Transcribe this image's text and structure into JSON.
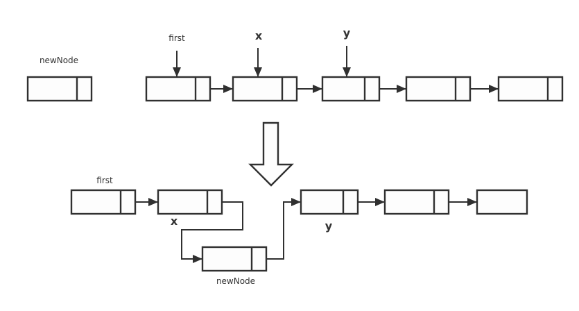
{
  "diagram": {
    "title": "Linked list insertion of newNode between x and y",
    "before": {
      "nodes": [
        {
          "id": "newNode",
          "has_pointer_cell": true
        },
        {
          "id": "n1",
          "has_pointer_cell": true
        },
        {
          "id": "n2",
          "has_pointer_cell": true
        },
        {
          "id": "n3",
          "has_pointer_cell": true
        },
        {
          "id": "n4",
          "has_pointer_cell": true
        },
        {
          "id": "n5",
          "has_pointer_cell": true
        }
      ],
      "labels": {
        "newNode": "newNode",
        "first": "first",
        "x": "x",
        "y": "y"
      },
      "links": [
        [
          "n1",
          "n2"
        ],
        [
          "n2",
          "n3"
        ],
        [
          "n3",
          "n4"
        ],
        [
          "n4",
          "n5"
        ]
      ]
    },
    "after": {
      "nodes": [
        {
          "id": "a1",
          "has_pointer_cell": true
        },
        {
          "id": "a2",
          "has_pointer_cell": true
        },
        {
          "id": "aNew",
          "has_pointer_cell": true
        },
        {
          "id": "a3",
          "has_pointer_cell": true
        },
        {
          "id": "a4",
          "has_pointer_cell": true
        },
        {
          "id": "a5",
          "has_pointer_cell": false
        }
      ],
      "labels": {
        "first": "first",
        "x": "x",
        "y": "y",
        "newNode": "newNode"
      },
      "links": [
        [
          "a1",
          "a2"
        ],
        [
          "a2",
          "aNew"
        ],
        [
          "aNew",
          "a3"
        ],
        [
          "a3",
          "a4"
        ],
        [
          "a4",
          "a5"
        ]
      ]
    },
    "transition": "down-arrow"
  }
}
